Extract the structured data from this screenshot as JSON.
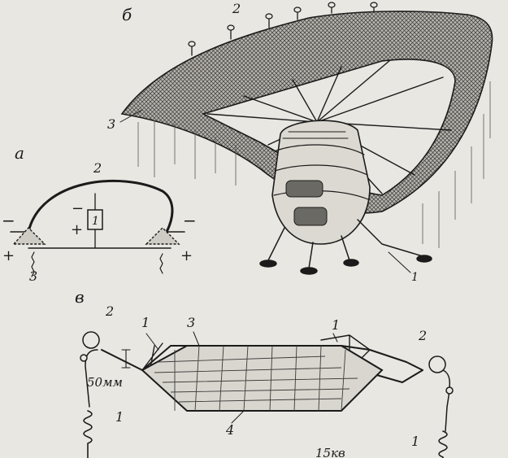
{
  "panels": {
    "b": {
      "letter": "б",
      "labels": {
        "n2": "2",
        "n3": "3",
        "n1": "1"
      }
    },
    "a": {
      "letter": "а",
      "labels": {
        "n2": "2",
        "n1": "1",
        "n3": "3",
        "minus_left": "−",
        "minus_right": "−",
        "minus_inner": "−",
        "plus_inner": "+",
        "plus_left": "+",
        "plus_right": "+"
      }
    },
    "v": {
      "letter": "в",
      "labels": {
        "n2_left": "2",
        "n1_top_left": "1",
        "n3_top": "3",
        "n1_top_right": "1",
        "n2_right": "2",
        "dim": "50мм",
        "n1_bottom_left": "1",
        "n4": "4",
        "n1_bottom_right": "1",
        "voltage": "15кв"
      }
    }
  },
  "colors": {
    "ink": "#1b1b1b",
    "paper": "#e9e7e1",
    "mesh": "#8e8b84"
  }
}
